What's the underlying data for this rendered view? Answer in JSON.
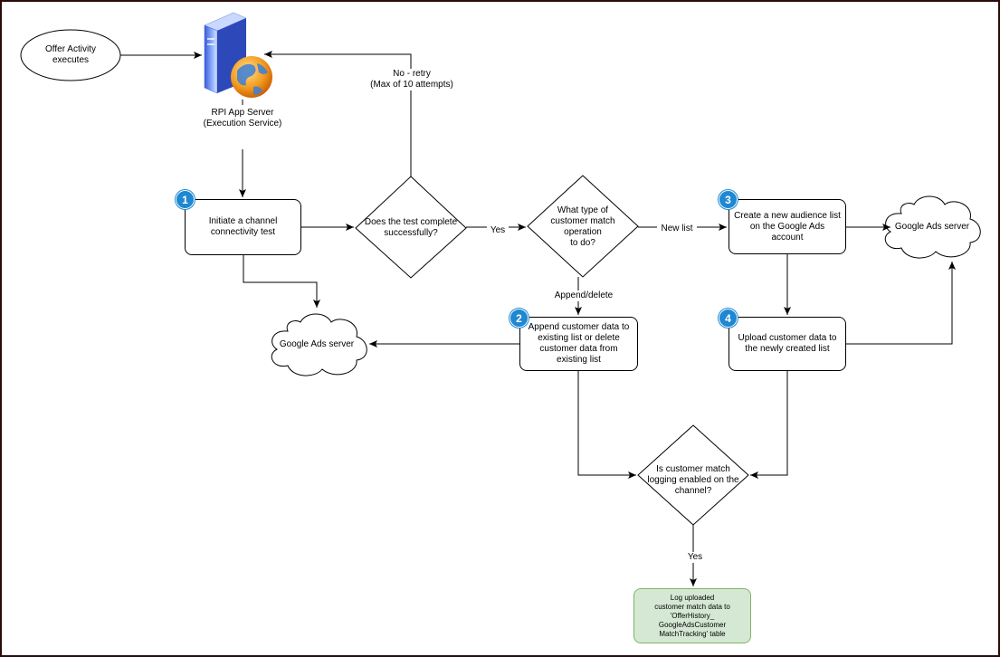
{
  "nodes": {
    "start": "Offer Activity executes",
    "server_line1": "RPI App Server",
    "server_line2": "(Execution Service)",
    "step1": "Initiate a channel connectivity test",
    "decision_test": "Does the test complete successfully?",
    "decision_type_l1": "What type of",
    "decision_type_l2": "customer match",
    "decision_type_l3": "operation",
    "decision_type_l4": "to do?",
    "step2": "Append customer data to existing list or delete customer data from existing list",
    "step3": "Create a new audience list on the Google Ads account",
    "step4": "Upload customer data to the newly created list",
    "decision_logging": "Is customer match logging enabled on the channel?",
    "log_l1": "Log uploaded",
    "log_l2": "customer match data to",
    "log_l3": "'OfferHistory_",
    "log_l4": "GoogleAdsCustomer",
    "log_l5": "MatchTracking' table",
    "cloud_left": "Google Ads server",
    "cloud_right": "Google Ads server"
  },
  "edges": {
    "retry_l1": "No - retry",
    "retry_l2": "(Max of 10 attempts)",
    "yes1": "Yes",
    "new_list": "New list",
    "append_delete": "Append/delete",
    "yes2": "Yes"
  },
  "badges": {
    "b1": "1",
    "b2": "2",
    "b3": "3",
    "b4": "4"
  },
  "colors": {
    "badge": "#1e88d2",
    "log_fill": "#d5e8d4",
    "log_stroke": "#82b366",
    "frame": "#2a0a0a"
  }
}
